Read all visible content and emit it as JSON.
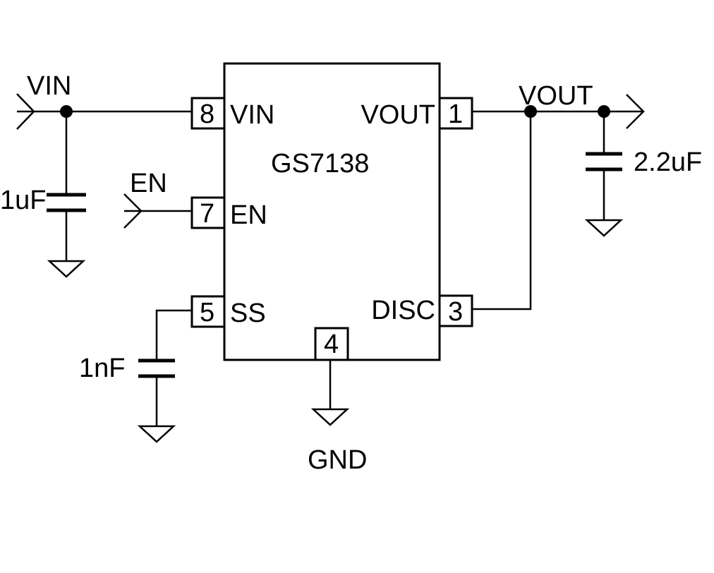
{
  "chip": {
    "name": "GS7138",
    "pins": [
      {
        "number": "8",
        "name": "VIN"
      },
      {
        "number": "7",
        "name": "EN"
      },
      {
        "number": "5",
        "name": "SS"
      },
      {
        "number": "1",
        "name": "VOUT"
      },
      {
        "number": "3",
        "name": "DISC"
      },
      {
        "number": "4",
        "name": ""
      }
    ]
  },
  "nets": {
    "vin": "VIN",
    "en": "EN",
    "vout": "VOUT",
    "gnd": "GND"
  },
  "components": {
    "input_cap": "1uF",
    "ss_cap": "1nF",
    "output_cap": "2.2uF"
  }
}
